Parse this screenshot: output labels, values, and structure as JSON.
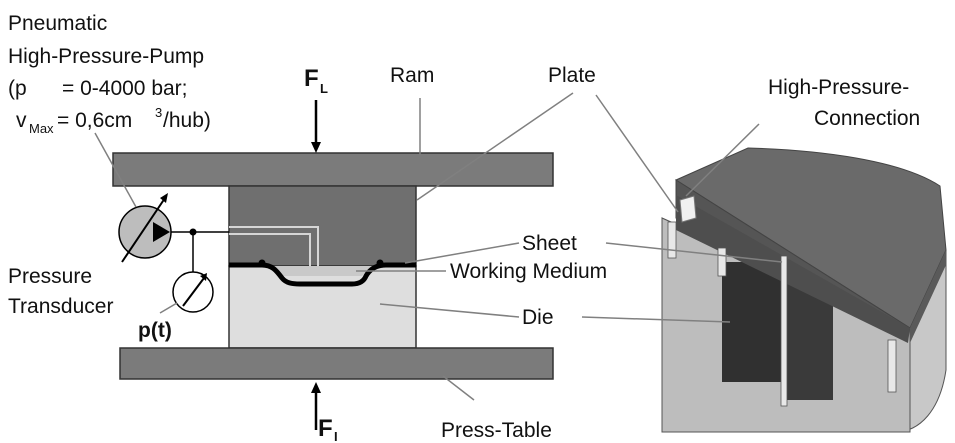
{
  "labels": {
    "pump_line1": "Pneumatic",
    "pump_line2": "High-Pressure-Pump",
    "pump_line3_prefix": "(p",
    "pump_line3_value": "= 0-4000 bar;",
    "pump_line4_v": "v",
    "pump_line4_sub": "Max",
    "pump_line4_value": "= 0,6cm",
    "pump_line4_sup": "3",
    "pump_line4_suffix": "/hub)",
    "force_top_main": "F",
    "force_top_sub": "L",
    "force_bottom_main": "F",
    "force_bottom_sub": "I",
    "ram": "Ram",
    "plate": "Plate",
    "hp_connection_line1": "High-Pressure-",
    "hp_connection_line2": "Connection",
    "sheet": "Sheet",
    "working_medium": "Working Medium",
    "pressure_transducer_line1": "Pressure",
    "pressure_transducer_line2": "Transducer",
    "pressure_signal": "p(t)",
    "die": "Die",
    "press_table": "Press-Table"
  },
  "colors": {
    "beam": "#7b7b7b",
    "ram_body": "#6f6f6f",
    "die_body": "#dedede",
    "pump_fill": "#bdbdbd",
    "sheet": "#000000",
    "model_top": "#6a6a6a",
    "model_side_dark": "#4e4e4e",
    "model_body_light": "#c8c8c8",
    "model_cavity": "#303030"
  },
  "icons": {
    "pump": "pump-icon",
    "pressure_gauge": "pressure-gauge-icon",
    "force_arrow_down": "arrow-down-icon",
    "force_arrow_up": "arrow-up-icon"
  }
}
